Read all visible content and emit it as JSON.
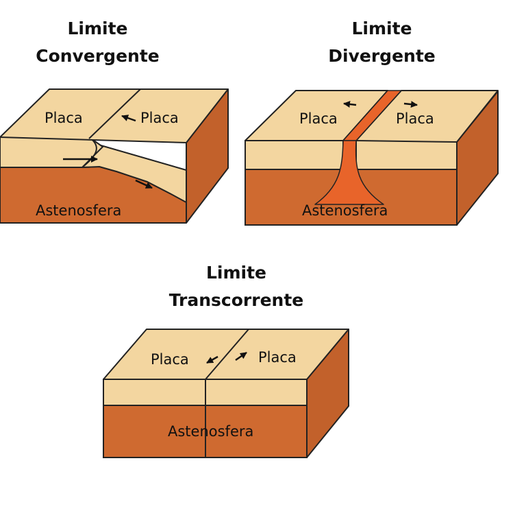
{
  "diagrams": {
    "convergent": {
      "title_line1": "Limite",
      "title_line2": "Convergente",
      "plate_left": "Placa",
      "plate_right": "Placa",
      "mantle": "Astenosfera"
    },
    "divergent": {
      "title_line1": "Limite",
      "title_line2": "Divergente",
      "plate_left": "Placa",
      "plate_right": "Placa",
      "mantle": "Astenosfera"
    },
    "transform": {
      "title_line1": "Limite",
      "title_line2": "Transcorrente",
      "plate_left": "Placa",
      "plate_right": "Placa",
      "mantle": "Astenosfera"
    }
  },
  "colors": {
    "plate_top": "#F3D6A0",
    "plate_side": "#C2612B",
    "mantle": "#CF6A30",
    "magma": "#E8642A",
    "outline": "#222222"
  }
}
